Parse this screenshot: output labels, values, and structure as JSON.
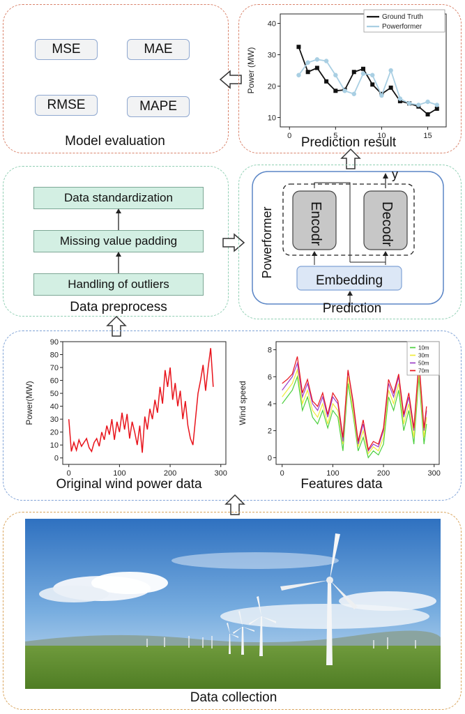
{
  "model_evaluation": {
    "title": "Model evaluation",
    "metrics": [
      "MSE",
      "MAE",
      "RMSE",
      "MAPE"
    ],
    "border_color": "#d9826a"
  },
  "prediction_result": {
    "title": "Prediction result",
    "border_color": "#d9826a"
  },
  "data_preprocess": {
    "title": "Data preprocess",
    "steps": [
      "Data standardization",
      "Missing value padding",
      "Handling of outliers"
    ],
    "border_color": "#8fcfb3",
    "box_color": "#d3efe3"
  },
  "prediction": {
    "title": "Prediction",
    "model_label": "Powerformer",
    "encoder_label": "Encodr",
    "decoder_label": "Decodr",
    "embedding_label": "Embedding",
    "output_label": "y",
    "border_color": "#8fcfb3"
  },
  "original_data": {
    "title": "Original wind power data"
  },
  "features_data": {
    "title": "Features data"
  },
  "data_collection": {
    "title": "Data collection",
    "border_color": "#d9a35a"
  },
  "chart_data": [
    {
      "type": "line",
      "name": "prediction-result",
      "xlabel": "",
      "ylabel": "Power (MW)",
      "xlim": [
        -1,
        17
      ],
      "ylim": [
        7,
        43
      ],
      "xticks": [
        0,
        5,
        10,
        15
      ],
      "yticks": [
        10,
        20,
        30,
        40
      ],
      "legend_position": "top-right",
      "series": [
        {
          "name": "Ground Truth",
          "color": "#111111",
          "x": [
            1,
            2,
            3,
            4,
            5,
            6,
            7,
            8,
            9,
            10,
            11,
            12,
            13,
            14,
            15,
            16
          ],
          "y": [
            32.5,
            24.5,
            25.8,
            21.5,
            18.5,
            18.8,
            24.5,
            25.5,
            20.5,
            17.5,
            19.5,
            15.2,
            14.5,
            13.5,
            11.0,
            12.8
          ]
        },
        {
          "name": "Powerformer",
          "color": "#a9cfe3",
          "x": [
            1,
            2,
            3,
            4,
            5,
            6,
            7,
            8,
            9,
            10,
            11,
            12,
            13,
            14,
            15,
            16
          ],
          "y": [
            23.5,
            27.5,
            28.5,
            28.0,
            23.5,
            18.5,
            17.5,
            24.0,
            23.5,
            17.0,
            25.0,
            16.0,
            14.5,
            14.0,
            15.0,
            14.0
          ]
        }
      ]
    },
    {
      "type": "line",
      "name": "original-wind-power",
      "xlabel": "",
      "ylabel": "Power(MW)",
      "xlim": [
        -12,
        310
      ],
      "ylim": [
        -5,
        90
      ],
      "xticks": [
        0,
        100,
        200,
        300
      ],
      "yticks": [
        0,
        10,
        20,
        30,
        40,
        50,
        60,
        70,
        80,
        90
      ],
      "series": [
        {
          "color": "#e8131b",
          "x": [
            0,
            5,
            10,
            15,
            20,
            25,
            30,
            35,
            40,
            45,
            50,
            55,
            60,
            65,
            70,
            75,
            80,
            85,
            90,
            95,
            100,
            105,
            110,
            115,
            120,
            125,
            130,
            135,
            140,
            145,
            150,
            155,
            160,
            165,
            170,
            175,
            180,
            185,
            190,
            195,
            200,
            205,
            210,
            215,
            220,
            225,
            230,
            235,
            240,
            245,
            250,
            255,
            260,
            265,
            270,
            275,
            280,
            285
          ],
          "y": [
            30,
            5,
            12,
            6,
            14,
            9,
            12,
            15,
            8,
            5,
            12,
            15,
            9,
            20,
            14,
            25,
            18,
            30,
            14,
            28,
            20,
            35,
            22,
            34,
            15,
            28,
            20,
            10,
            25,
            4,
            32,
            22,
            38,
            30,
            45,
            35,
            55,
            42,
            68,
            55,
            70,
            45,
            58,
            40,
            52,
            30,
            44,
            25,
            15,
            10,
            30,
            50,
            60,
            72,
            52,
            70,
            85,
            55
          ]
        }
      ]
    },
    {
      "type": "line",
      "name": "features-data",
      "xlabel": "",
      "ylabel": "Wind speed",
      "xlim": [
        -12,
        310
      ],
      "ylim": [
        -0.5,
        8.6
      ],
      "xticks": [
        0,
        100,
        200,
        300
      ],
      "yticks": [
        0,
        2,
        4,
        6,
        8
      ],
      "legend_position": "top-right",
      "series": [
        {
          "name": "10m",
          "color": "#4ccf3e",
          "x": [
            0,
            10,
            20,
            30,
            40,
            50,
            60,
            70,
            80,
            90,
            100,
            110,
            120,
            130,
            140,
            150,
            160,
            170,
            180,
            190,
            200,
            210,
            220,
            230,
            240,
            250,
            260,
            270,
            280,
            285
          ],
          "y": [
            4.0,
            4.5,
            5.0,
            6.0,
            3.5,
            4.5,
            3.0,
            2.5,
            3.5,
            2.2,
            3.5,
            3.0,
            0.5,
            5.5,
            3.2,
            0.5,
            1.5,
            0.0,
            0.5,
            0.2,
            1.0,
            4.5,
            3.5,
            5.0,
            2.0,
            3.5,
            1.0,
            6.0,
            1.0,
            2.5
          ]
        },
        {
          "name": "30m",
          "color": "#f0ec3a",
          "x": [
            0,
            10,
            20,
            30,
            40,
            50,
            60,
            70,
            80,
            90,
            100,
            110,
            120,
            130,
            140,
            150,
            160,
            170,
            180,
            190,
            200,
            210,
            220,
            230,
            240,
            250,
            260,
            270,
            280,
            285
          ],
          "y": [
            4.5,
            5.0,
            5.5,
            6.5,
            4.0,
            5.0,
            3.5,
            3.0,
            4.0,
            2.5,
            4.0,
            3.5,
            1.0,
            6.0,
            3.5,
            0.8,
            2.0,
            0.3,
            0.8,
            0.5,
            1.5,
            5.0,
            4.0,
            5.5,
            2.5,
            4.0,
            1.5,
            6.5,
            1.5,
            3.0
          ]
        },
        {
          "name": "50m",
          "color": "#9b3fc7",
          "x": [
            0,
            10,
            20,
            30,
            40,
            50,
            60,
            70,
            80,
            90,
            100,
            110,
            120,
            130,
            140,
            150,
            160,
            170,
            180,
            190,
            200,
            210,
            220,
            230,
            240,
            250,
            260,
            270,
            280,
            285
          ],
          "y": [
            5.0,
            5.5,
            6.0,
            7.0,
            4.5,
            5.5,
            4.0,
            3.5,
            4.5,
            3.0,
            4.5,
            4.0,
            1.2,
            6.5,
            4.0,
            1.0,
            2.5,
            0.5,
            1.0,
            0.8,
            2.0,
            5.5,
            4.5,
            6.0,
            3.0,
            4.5,
            2.0,
            7.0,
            2.0,
            3.5
          ]
        },
        {
          "name": "70m",
          "color": "#e8131b",
          "x": [
            0,
            10,
            20,
            30,
            40,
            50,
            60,
            70,
            80,
            90,
            100,
            110,
            120,
            130,
            140,
            150,
            160,
            170,
            180,
            190,
            200,
            210,
            220,
            230,
            240,
            250,
            260,
            270,
            280,
            285
          ],
          "y": [
            5.5,
            5.8,
            6.2,
            7.5,
            4.8,
            5.8,
            4.2,
            3.8,
            4.8,
            3.2,
            4.8,
            4.2,
            1.5,
            6.5,
            4.2,
            1.2,
            2.8,
            0.6,
            1.2,
            1.0,
            2.2,
            5.8,
            4.8,
            6.2,
            3.2,
            4.8,
            2.2,
            7.2,
            2.2,
            3.8
          ]
        }
      ]
    }
  ]
}
